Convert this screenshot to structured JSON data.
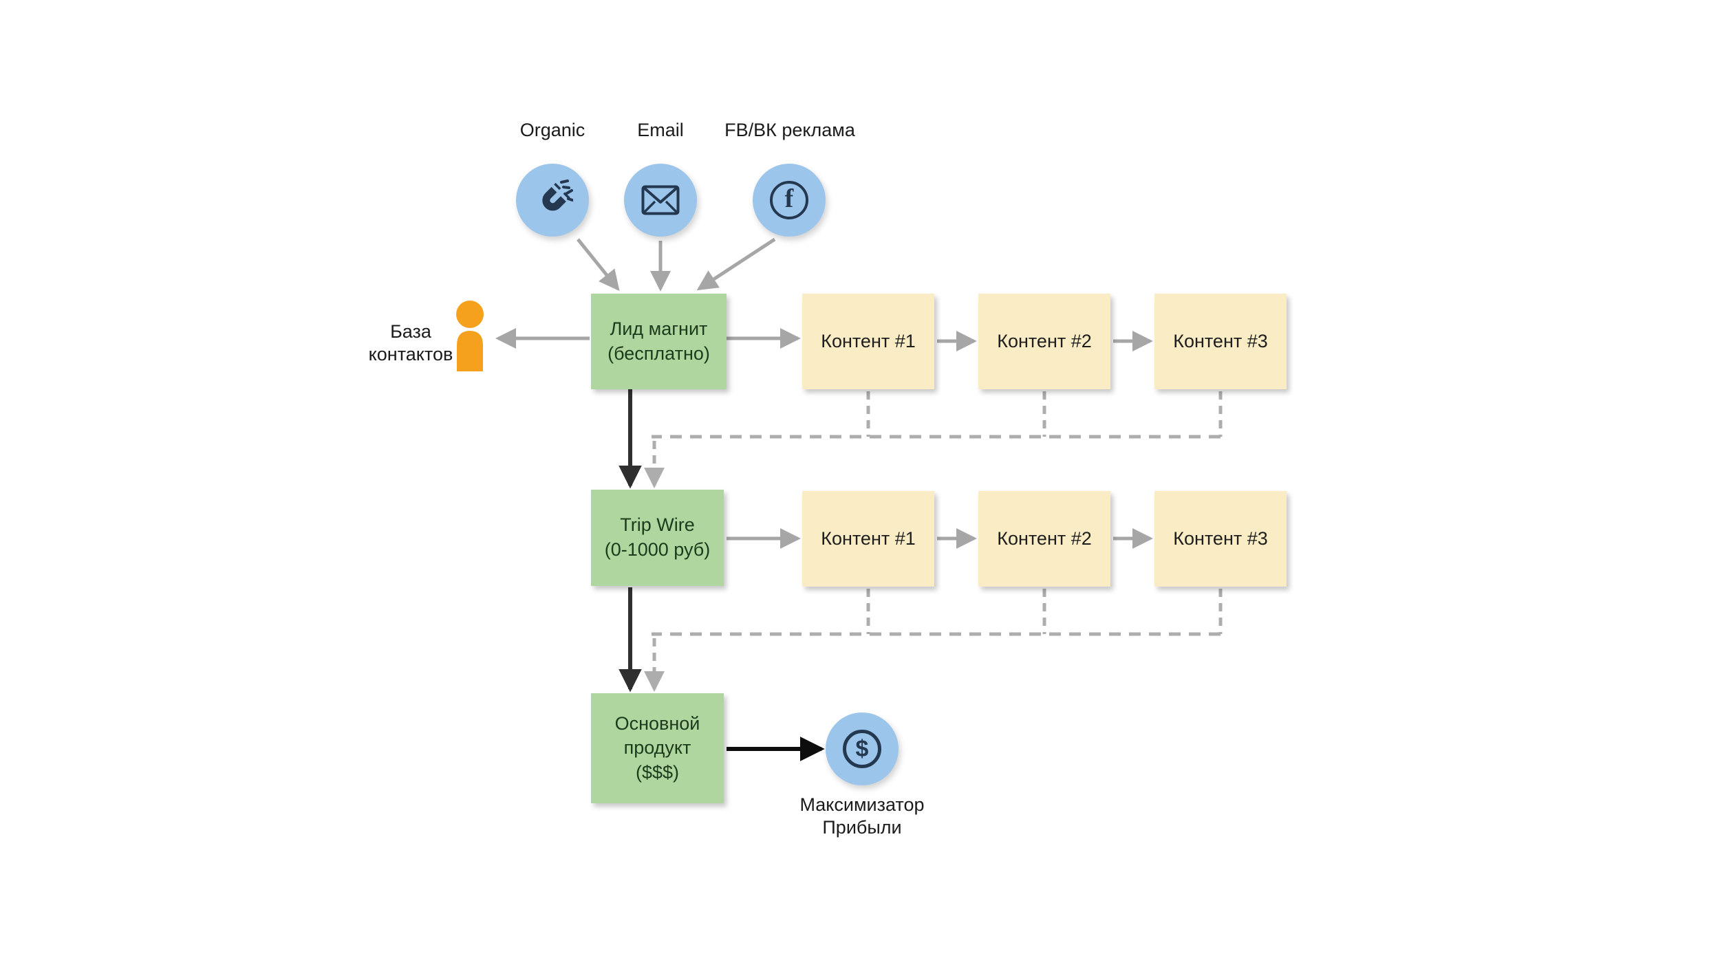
{
  "diagram": {
    "sources": [
      {
        "label": "Organic",
        "icon": "magnet-icon"
      },
      {
        "label": "Email",
        "icon": "envelope-icon"
      },
      {
        "label": "FB/ВК реклама",
        "icon": "facebook-icon",
        "icon_glyph": "f"
      }
    ],
    "contacts_db": {
      "icon": "person-icon",
      "label_line1": "База",
      "label_line2": "контактов"
    },
    "lead_magnet": {
      "line1": "Лид магнит",
      "line2": "(бесплатно)"
    },
    "content_row_top": [
      "Контент #1",
      "Контент #2",
      "Контент #3"
    ],
    "trip_wire": {
      "line1": "Trip Wire",
      "line2": "(0-1000 руб)"
    },
    "content_row_mid": [
      "Контент #1",
      "Контент #2",
      "Контент #3"
    ],
    "main_product": {
      "line1": "Основной",
      "line2": "продукт",
      "line3": "($$$)"
    },
    "profit_maximizer": {
      "icon": "dollar-icon",
      "icon_glyph": "$",
      "label_line1": "Максимизатор",
      "label_line2": "Прибыли"
    },
    "colors": {
      "node_green": "#AED69E",
      "node_yellow": "#FAEDC6",
      "node_blue": "#9CC5EB",
      "icon_navy": "#243850",
      "person_orange": "#F5A11D",
      "arrow_gray": "#A6A6A6",
      "arrow_dark": "#2F2F2F",
      "arrow_black": "#0D0D0D",
      "dash_gray": "#ADADAD",
      "text_dark": "#1B1B1B",
      "text_green": "#1C3A1C"
    }
  }
}
